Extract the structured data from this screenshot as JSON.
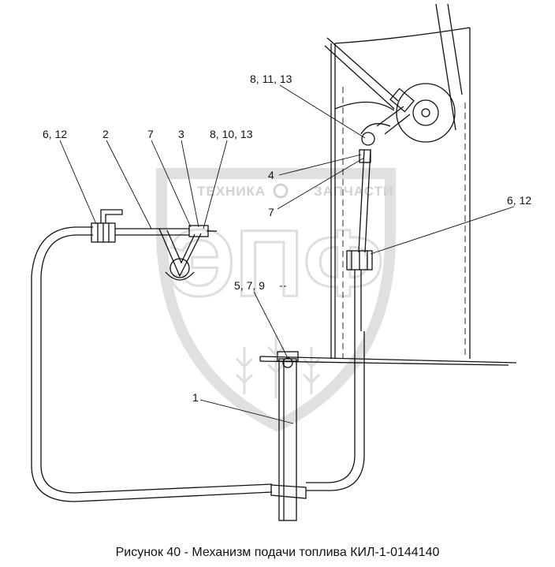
{
  "watermark": {
    "top_left": "ТЕХНИКА",
    "top_right": "ЗАПЧАСТИ",
    "logo": "ЭПФ"
  },
  "callouts": {
    "c_6_12_left": "6, 12",
    "c_2": "2",
    "c_7_top": "7",
    "c_3": "3",
    "c_8_10_13": "8, 10, 13",
    "c_8_11_13": "8, 11, 13",
    "c_4": "4",
    "c_7_right": "7",
    "c_6_12_right": "6, 12",
    "c_5_7_9": "5, 7, 9",
    "c_1": "1"
  },
  "caption": "Рисунок 40 - Механизм подачи топлива КИЛ-1-0144140"
}
